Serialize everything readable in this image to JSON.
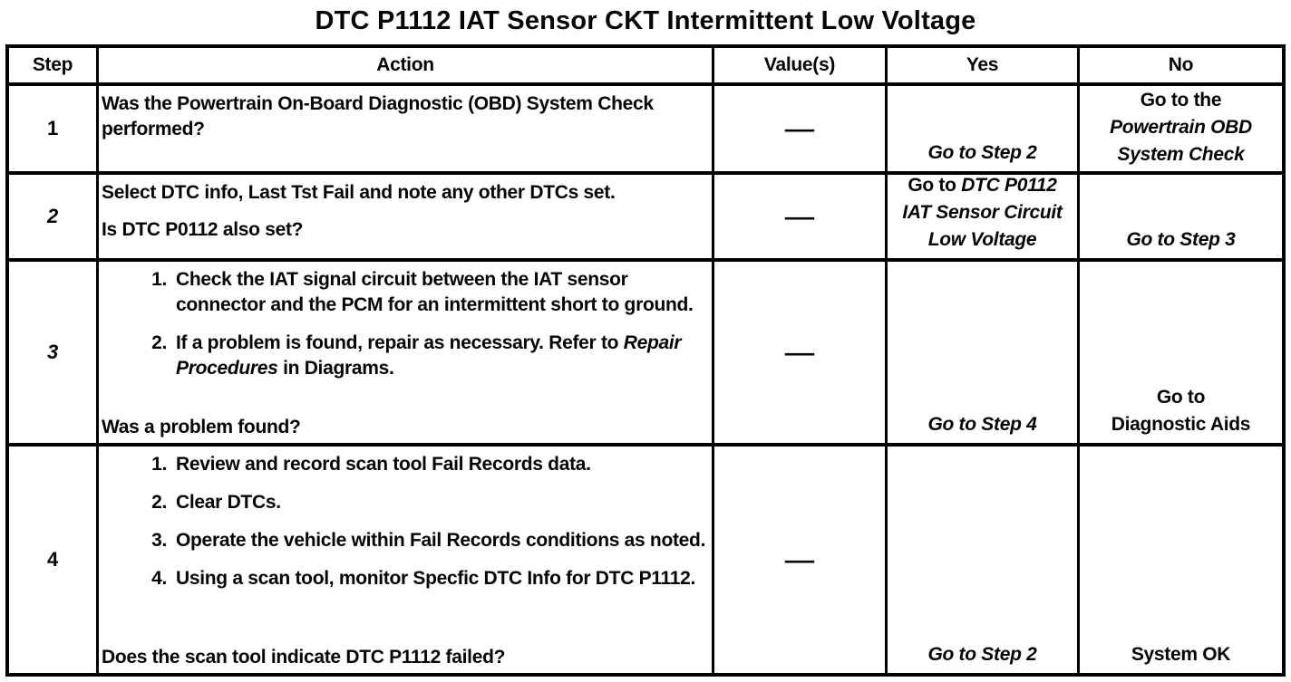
{
  "title": "DTC P1112 IAT Sensor CKT Intermittent Low Voltage",
  "table": {
    "headers": [
      "Step",
      "Action",
      "Value(s)",
      "Yes",
      "No"
    ],
    "rows": [
      {
        "step": "1",
        "step_italic": false,
        "action": {
          "paragraphs": [
            {
              "num": "",
              "segments": [
                {
                  "t": "Was the Powertrain On-Board Diagnostic (OBD) System Check performed?",
                  "i": false
                }
              ]
            }
          ],
          "question": []
        },
        "value": "—",
        "yes": {
          "valign": "bottom",
          "lines": [
            [
              {
                "t": "Go to Step 2",
                "i": true
              }
            ]
          ]
        },
        "no": {
          "valign": "center",
          "lines": [
            [
              {
                "t": "Go to the",
                "i": false
              }
            ],
            [
              {
                "t": "Powertrain OBD",
                "i": true
              }
            ],
            [
              {
                "t": "System Check",
                "i": true
              }
            ]
          ]
        }
      },
      {
        "step": "2",
        "step_italic": true,
        "action": {
          "paragraphs": [
            {
              "num": "",
              "segments": [
                {
                  "t": "Select DTC info, Last Tst Fail and note any other DTCs set.",
                  "i": false
                }
              ]
            },
            {
              "num": "",
              "segments": [
                {
                  "t": "Is DTC P0112 also set?",
                  "i": false
                }
              ]
            }
          ],
          "question": []
        },
        "value": "—",
        "yes": {
          "valign": "bottom",
          "lines": [
            [
              {
                "t": "Go to ",
                "i": false
              },
              {
                "t": "DTC P0112",
                "i": true
              }
            ],
            [
              {
                "t": "IAT Sensor Circuit",
                "i": true
              }
            ],
            [
              {
                "t": "Low Voltage",
                "i": true
              }
            ]
          ]
        },
        "no": {
          "valign": "bottom",
          "lines": [
            [
              {
                "t": "Go to Step 3",
                "i": true
              }
            ]
          ]
        }
      },
      {
        "step": "3",
        "step_italic": true,
        "action": {
          "paragraphs": [
            {
              "num": "1.",
              "segments": [
                {
                  "t": "Check the IAT signal circuit between the IAT sensor connector and the PCM for an intermittent short to ground.",
                  "i": false
                }
              ]
            },
            {
              "num": "2.",
              "segments": [
                {
                  "t": "If a problem is found, repair as necessary. Refer to ",
                  "i": false
                },
                {
                  "t": "Repair Procedures",
                  "i": true
                },
                {
                  "t": " in Diagrams.",
                  "i": false
                }
              ]
            }
          ],
          "question": [
            {
              "t": "Was a problem found?",
              "i": false
            }
          ]
        },
        "value": "—",
        "yes": {
          "valign": "bottom",
          "lines": [
            [
              {
                "t": "Go to Step 4",
                "i": true
              }
            ]
          ]
        },
        "no": {
          "valign": "bottom",
          "lines": [
            [
              {
                "t": "Go to",
                "i": false
              }
            ],
            [
              {
                "t": "Diagnostic Aids",
                "i": false
              }
            ]
          ]
        }
      },
      {
        "step": "4",
        "step_italic": false,
        "action": {
          "paragraphs": [
            {
              "num": "1.",
              "segments": [
                {
                  "t": "Review and record scan tool Fail Records data.",
                  "i": false
                }
              ]
            },
            {
              "num": "2.",
              "segments": [
                {
                  "t": "Clear DTCs.",
                  "i": false
                }
              ]
            },
            {
              "num": "3.",
              "segments": [
                {
                  "t": "Operate the vehicle within Fail Records conditions as noted.",
                  "i": false
                }
              ]
            },
            {
              "num": "4.",
              "segments": [
                {
                  "t": "Using a scan tool, monitor Specfic DTC Info for DTC P1112.",
                  "i": false
                }
              ]
            }
          ],
          "question": [
            {
              "t": "Does the scan tool indicate DTC P1112 failed?",
              "i": false
            }
          ]
        },
        "value": "—",
        "yes": {
          "valign": "bottom",
          "lines": [
            [
              {
                "t": "Go to Step 2",
                "i": true
              }
            ]
          ]
        },
        "no": {
          "valign": "bottom",
          "lines": [
            [
              {
                "t": "System OK",
                "i": false
              }
            ]
          ]
        }
      }
    ]
  }
}
